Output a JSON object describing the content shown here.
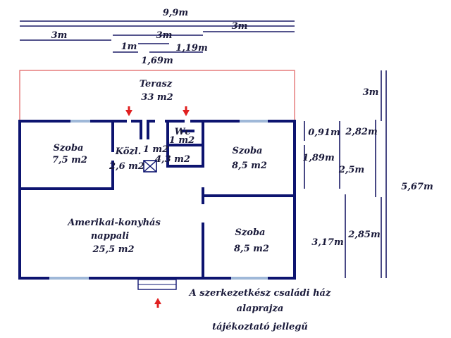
{
  "dimensions": {
    "total_width": "9,9m",
    "left_3m": "3m",
    "mid_3m": "3m",
    "right_3m": "3m",
    "one_m": "1m",
    "one_19": "1,19m",
    "one_69": "1,69m",
    "terrace_depth": "3m",
    "d_0_91": "0,91m",
    "d_2_82": "2,82m",
    "d_1_89": "1,89m",
    "d_2_5": "2,5m",
    "d_5_67": "5,67m",
    "d_3_17": "3,17m",
    "d_2_85": "2,85m"
  },
  "rooms": {
    "terrace_name": "Terasz",
    "terrace_area": "33 m2",
    "room1_name": "Szoba",
    "room1_area": "7,5 m2",
    "hall_name": "Közl.",
    "hall_area": "2,6 m2",
    "small_area": "1 m2",
    "bath_area": "4,3 m2",
    "wc_name": "Wc",
    "wc_area": "1 m2",
    "room2_name": "Szoba",
    "room2_area": "8,5 m2",
    "living_name": "Amerikai-konyhás",
    "living_name2": "nappali",
    "living_area": "25,5 m2",
    "room3_name": "Szoba",
    "room3_area": "8,5 m2"
  },
  "caption": {
    "line1": "A szerkezetkész családi ház",
    "line2": "alaprajza",
    "line3": "tájékoztató jellegű"
  },
  "colors": {
    "wall": "#0d1470",
    "window": "#9fb8d8",
    "terrace_outline": "#e06060",
    "arrow": "#e02020"
  }
}
